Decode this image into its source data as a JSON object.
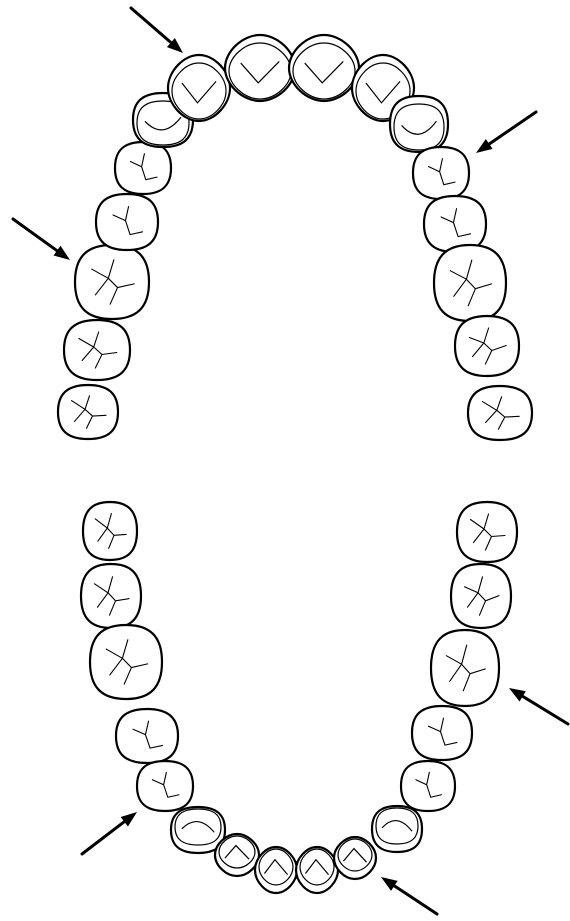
{
  "diagram": {
    "upper_arch": {
      "teeth": [
        {
          "id": "u-r-m3",
          "type": "molar",
          "highlighted": false
        },
        {
          "id": "u-r-m2",
          "type": "molar",
          "highlighted": false
        },
        {
          "id": "u-r-m1",
          "type": "molar",
          "highlighted": true
        },
        {
          "id": "u-r-pm2",
          "type": "premolar",
          "highlighted": false
        },
        {
          "id": "u-r-pm1",
          "type": "premolar",
          "highlighted": false
        },
        {
          "id": "u-r-c",
          "type": "canine",
          "highlighted": false
        },
        {
          "id": "u-r-i2",
          "type": "lateral-incisor",
          "highlighted": true
        },
        {
          "id": "u-r-i1",
          "type": "central-incisor",
          "highlighted": false
        },
        {
          "id": "u-l-i1",
          "type": "central-incisor",
          "highlighted": false
        },
        {
          "id": "u-l-i2",
          "type": "lateral-incisor",
          "highlighted": false
        },
        {
          "id": "u-l-c",
          "type": "canine",
          "highlighted": false
        },
        {
          "id": "u-l-pm1",
          "type": "premolar",
          "highlighted": true
        },
        {
          "id": "u-l-pm2",
          "type": "premolar",
          "highlighted": false
        },
        {
          "id": "u-l-m1",
          "type": "molar",
          "highlighted": false
        },
        {
          "id": "u-l-m2",
          "type": "molar",
          "highlighted": false
        },
        {
          "id": "u-l-m3",
          "type": "molar",
          "highlighted": false
        }
      ]
    },
    "lower_arch": {
      "teeth": [
        {
          "id": "l-r-m3",
          "type": "molar",
          "highlighted": false
        },
        {
          "id": "l-r-m2",
          "type": "molar",
          "highlighted": false
        },
        {
          "id": "l-r-m1",
          "type": "molar",
          "highlighted": false
        },
        {
          "id": "l-r-pm2",
          "type": "premolar",
          "highlighted": false
        },
        {
          "id": "l-r-pm1",
          "type": "premolar",
          "highlighted": true
        },
        {
          "id": "l-r-c",
          "type": "canine",
          "highlighted": false
        },
        {
          "id": "l-r-i2",
          "type": "lateral-incisor",
          "highlighted": false
        },
        {
          "id": "l-r-i1",
          "type": "central-incisor",
          "highlighted": false
        },
        {
          "id": "l-l-i1",
          "type": "central-incisor",
          "highlighted": false
        },
        {
          "id": "l-l-i2",
          "type": "lateral-incisor",
          "highlighted": true
        },
        {
          "id": "l-l-c",
          "type": "canine",
          "highlighted": false
        },
        {
          "id": "l-l-pm1",
          "type": "premolar",
          "highlighted": false
        },
        {
          "id": "l-l-pm2",
          "type": "premolar",
          "highlighted": false
        },
        {
          "id": "l-l-m1",
          "type": "molar",
          "highlighted": true
        },
        {
          "id": "l-l-m2",
          "type": "molar",
          "highlighted": false
        },
        {
          "id": "l-l-m3",
          "type": "molar",
          "highlighted": false
        }
      ]
    },
    "arrow_count": 6,
    "colors": {
      "outline": "#000000",
      "fill": "#ffffff",
      "arrow": "#000000"
    }
  }
}
